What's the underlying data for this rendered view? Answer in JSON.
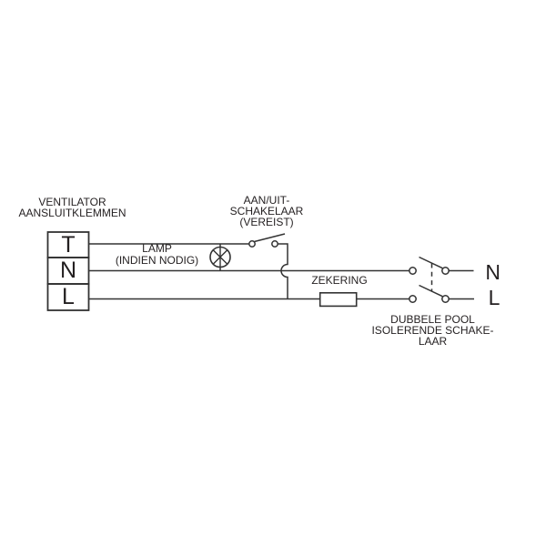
{
  "diagram_title": "ventilator wiring diagram",
  "colors": {
    "background": "#ffffff",
    "line": "#333333",
    "text": "#231f20"
  },
  "terminal_block": {
    "label": {
      "line1": "VENTILATOR",
      "line2": "AANSLUITKLEMMEN"
    },
    "terminals": [
      {
        "label": "T"
      },
      {
        "label": "N"
      },
      {
        "label": "L"
      }
    ]
  },
  "lamp": {
    "label": {
      "line1": "LAMP",
      "line2": "(INDIEN NODIG)"
    }
  },
  "onoff_switch": {
    "label": {
      "line1": "AAN/UIT-",
      "line2": "SCHAKELAAR",
      "line3": "(VEREIST)"
    }
  },
  "fuse": {
    "label": "ZEKERING"
  },
  "double_pole_switch": {
    "label": {
      "line1": "DUBBELE POOL",
      "line2": "ISOLERENDE SCHAKE-",
      "line3": "LAAR"
    }
  },
  "supply": {
    "neutral_label": "N",
    "live_label": "L"
  }
}
